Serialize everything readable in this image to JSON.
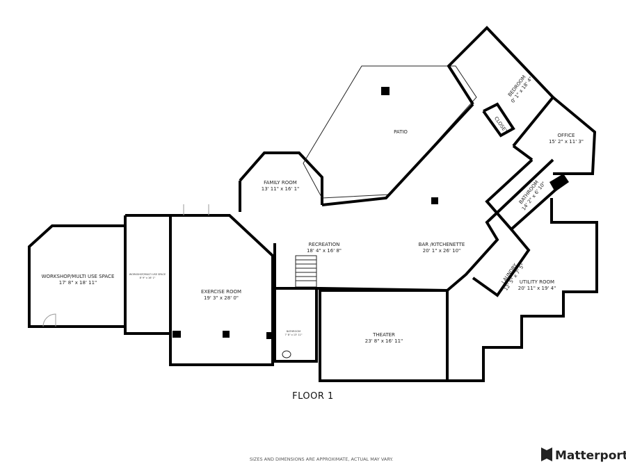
{
  "rooms": {
    "workshop": {
      "name": "WORKSHOP/MULTI USE SPACE",
      "dims": "17' 8\" x 18' 11\""
    },
    "workshop2": {
      "name": "WORKSHOP/MULTI USE SPACE",
      "dims": "8' 9\" x 16' 1\""
    },
    "exercise": {
      "name": "EXERCISE ROOM",
      "dims": "19' 3\" x 28' 0\""
    },
    "bathroom_small": {
      "name": "BATHROOM",
      "dims": "7' 8\" x 13' 11\""
    },
    "family": {
      "name": "FAMILY ROOM",
      "dims": "13' 11\" x 16' 1\""
    },
    "patio": {
      "name": "PATIO"
    },
    "recreation": {
      "name": "RECREATION",
      "dims": "18' 4\" x 16' 8\""
    },
    "bar": {
      "name": "BAR /KITCHENETTE",
      "dims": "20' 1\" x 26' 10\""
    },
    "theater": {
      "name": "THEATER",
      "dims": "23' 8\" x 16' 11\""
    },
    "bedroom": {
      "name": "BEDROOM",
      "dims": "0' 1\" x 18' 4\""
    },
    "closet": {
      "name": "CLOSET"
    },
    "office": {
      "name": "OFFICE",
      "dims": "15' 2\" x 11' 3\""
    },
    "bathroom": {
      "name": "BATHROOM",
      "dims": "14' 2\" x 6' 10\""
    },
    "laundry": {
      "name": "LAUNDRY",
      "dims": "12' 5\" x 7' 5\""
    },
    "utility": {
      "name": "UTILITY ROOM",
      "dims": "20' 11\" x 19' 4\""
    }
  },
  "floor_label": "FLOOR 1",
  "disclaimer": "SIZES AND DIMENSIONS ARE APPROXIMATE, ACTUAL MAY VARY.",
  "brand": {
    "name": "Matterport",
    "logo_icon": "matterport-logo-icon"
  }
}
